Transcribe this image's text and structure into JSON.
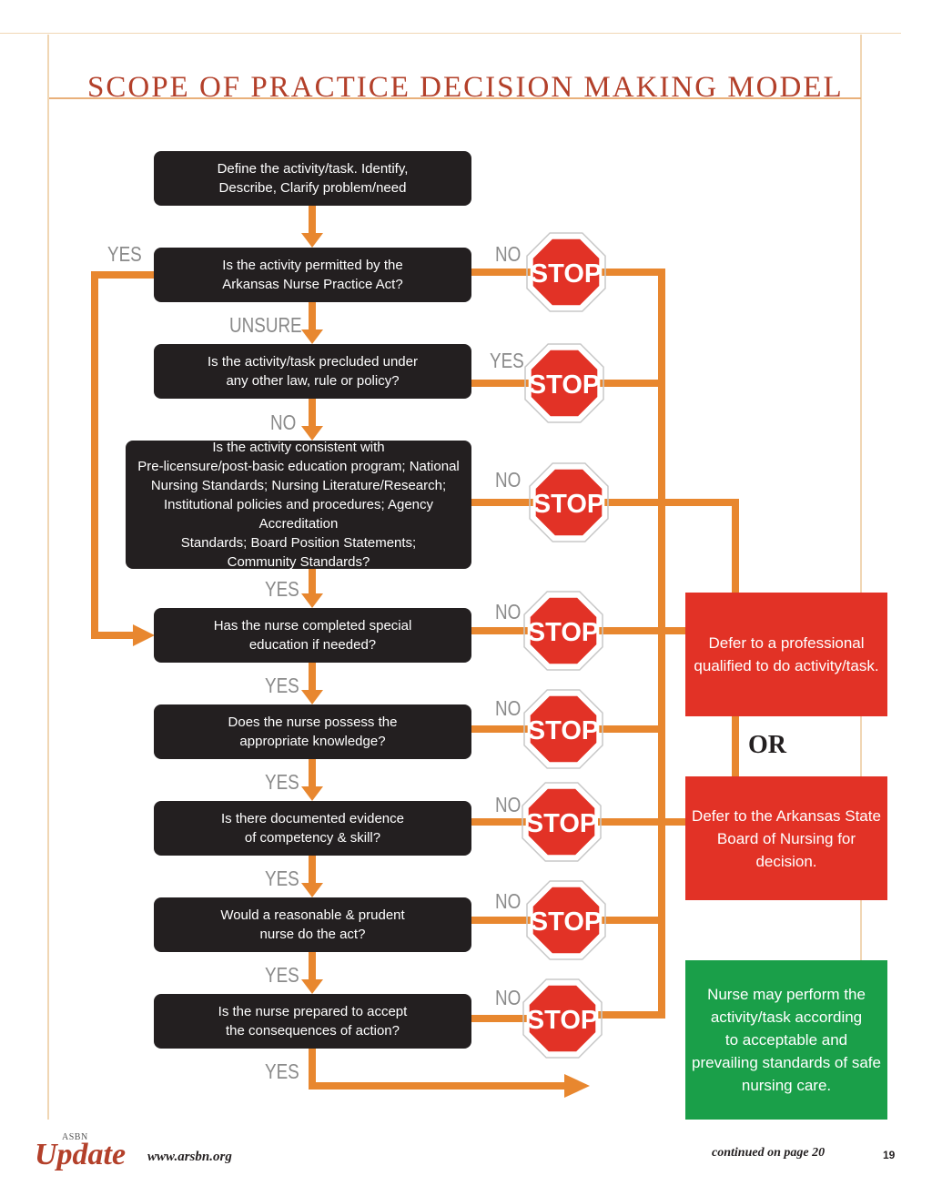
{
  "title": "SCOPE OF PRACTICE DECISION MAKING MODEL",
  "boxes": [
    "Define the activity/task. Identify,\nDescribe, Clarify problem/need",
    "Is the activity permitted by the\nArkansas Nurse Practice Act?",
    "Is the activity/task precluded under\nany other law, rule or policy?",
    "Is the activity consistent with\nPre-licensure/post-basic education program; National\nNursing Standards; Nursing Literature/Research;\nInstitutional policies and procedures; Agency Accreditation\nStandards; Board Position Statements;\nCommunity Standards?",
    "Has the nurse completed special\neducation if needed?",
    "Does the nurse possess the\nappropriate knowledge?",
    "Is there documented evidence\nof competency & skill?",
    "Would a reasonable & prudent\nnurse do the act?",
    "Is the nurse prepared to accept\nthe consequences of action?"
  ],
  "labels": {
    "yes_left": "YES",
    "unsure": "UNSURE",
    "no_down_1": "NO",
    "yes_down_1": "YES",
    "yes_down_2": "YES",
    "yes_down_3": "YES",
    "yes_down_4": "YES",
    "yes_down_5": "YES",
    "yes_down_6": "YES",
    "right_1": "NO",
    "right_2": "YES",
    "right_3": "NO",
    "right_4": "NO",
    "right_5": "NO",
    "right_6": "NO",
    "right_7": "NO",
    "right_8": "NO"
  },
  "stop_text": "STOP",
  "outcomes": {
    "defer_professional": "Defer to a professional\nqualified to do activity/task.",
    "or": "OR",
    "defer_board": "Defer to the Arkansas State\nBoard of Nursing for\ndecision.",
    "perform": "Nurse may perform the\nactivity/task according\nto acceptable and\nprevailing standards of safe\nnursing care."
  },
  "footer": {
    "logo": "Update",
    "logo_small": "ASBN",
    "url": "www.arsbn.org",
    "continued": "continued on page 20",
    "page": "19"
  },
  "colors": {
    "arrow": "#e8872f",
    "box": "#231f20",
    "stop": "#e23226",
    "title": "#b3402a",
    "red_panel": "#e23226",
    "green_panel": "#1a9f49",
    "label": "#8a8a8a"
  }
}
